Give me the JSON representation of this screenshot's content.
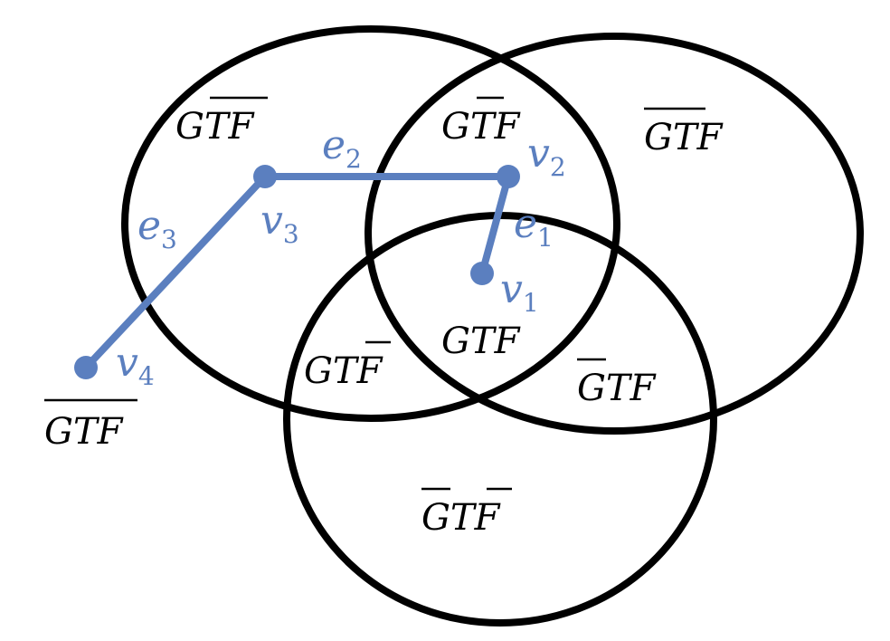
{
  "colors": {
    "path": "#5b7fbf",
    "circle": "#000000",
    "background": "#ffffff"
  },
  "regions": {
    "r_g_only": {
      "text": "GTF"
    },
    "r_gt": {
      "text": "GTF"
    },
    "r_t_only": {
      "text": "GTF"
    },
    "r_gtf": {
      "text": "GTF"
    },
    "r_gf": {
      "text": "GTF"
    },
    "r_tf": {
      "text": "GTF"
    },
    "r_f_only": {
      "text": "GTF"
    },
    "r_outside": {
      "text": "GTF"
    }
  },
  "vertices": {
    "v1": {
      "letter": "v",
      "sub": "1"
    },
    "v2": {
      "letter": "v",
      "sub": "2"
    },
    "v3": {
      "letter": "v",
      "sub": "3"
    },
    "v4": {
      "letter": "v",
      "sub": "4"
    }
  },
  "edges": {
    "e1": {
      "letter": "e",
      "sub": "1"
    },
    "e2": {
      "letter": "e",
      "sub": "2"
    },
    "e3": {
      "letter": "e",
      "sub": "3"
    }
  }
}
